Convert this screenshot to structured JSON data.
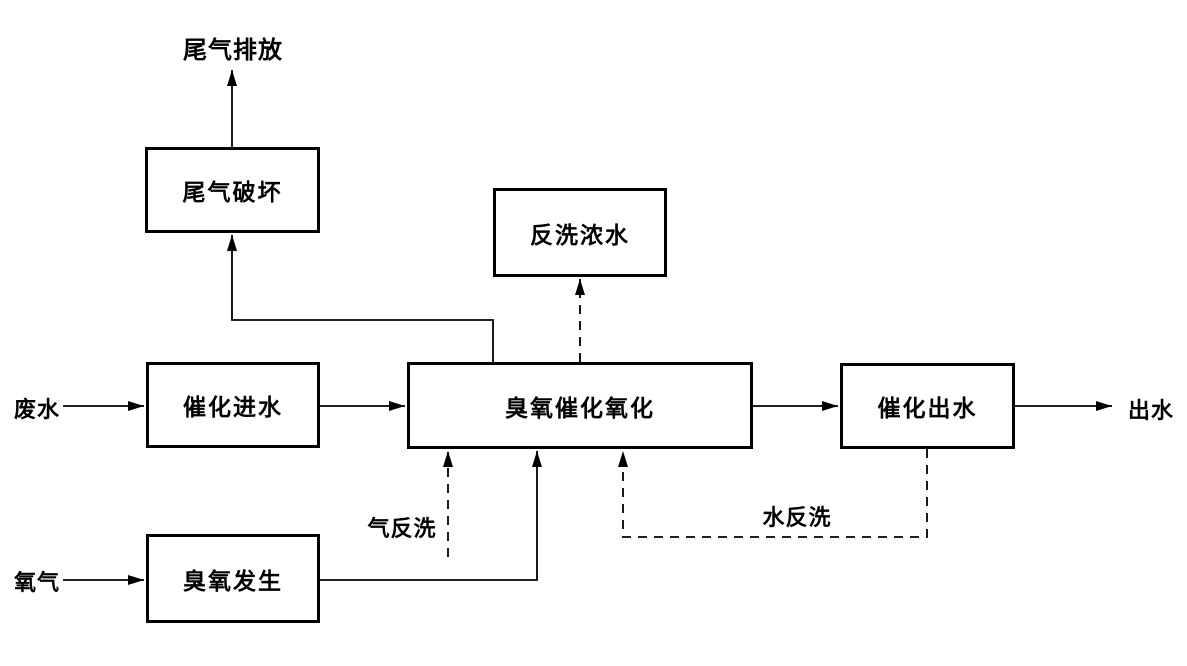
{
  "diagram": {
    "title": "ozone-catalytic-oxidation-process-flow",
    "colors": {
      "line": "#000000",
      "background": "#ffffff",
      "text": "#000000"
    },
    "nodes": {
      "tail_gas_destruction": {
        "label": "尾气破坏"
      },
      "backwash_concentrate": {
        "label": "反洗浓水"
      },
      "catalytic_inlet": {
        "label": "催化进水"
      },
      "ozone_oxidation": {
        "label": "臭氧催化氧化"
      },
      "catalytic_outlet": {
        "label": "催化出水"
      },
      "ozone_generation": {
        "label": "臭氧发生"
      }
    },
    "labels": {
      "tail_gas_discharge": "尾气排放",
      "wastewater": "废水",
      "oxygen": "氧气",
      "effluent": "出水",
      "gas_backwash": "气反洗",
      "water_backwash": "水反洗"
    },
    "edges": [
      {
        "from": "wastewater",
        "to": "catalytic_inlet",
        "style": "solid"
      },
      {
        "from": "catalytic_inlet",
        "to": "ozone_oxidation",
        "style": "solid"
      },
      {
        "from": "ozone_oxidation",
        "to": "catalytic_outlet",
        "style": "solid"
      },
      {
        "from": "catalytic_outlet",
        "to": "effluent",
        "style": "solid"
      },
      {
        "from": "oxygen",
        "to": "ozone_generation",
        "style": "solid"
      },
      {
        "from": "ozone_generation",
        "to": "ozone_oxidation",
        "style": "solid"
      },
      {
        "from": "ozone_oxidation",
        "to": "tail_gas_destruction",
        "style": "solid"
      },
      {
        "from": "tail_gas_destruction",
        "to": "tail_gas_discharge",
        "style": "solid"
      },
      {
        "from": "ozone_oxidation",
        "to": "backwash_concentrate",
        "style": "dashed"
      },
      {
        "from": "gas_backwash",
        "to": "ozone_oxidation",
        "style": "dashed"
      },
      {
        "from": "catalytic_outlet",
        "to": "ozone_oxidation",
        "style": "dashed",
        "label": "水反洗"
      }
    ]
  }
}
